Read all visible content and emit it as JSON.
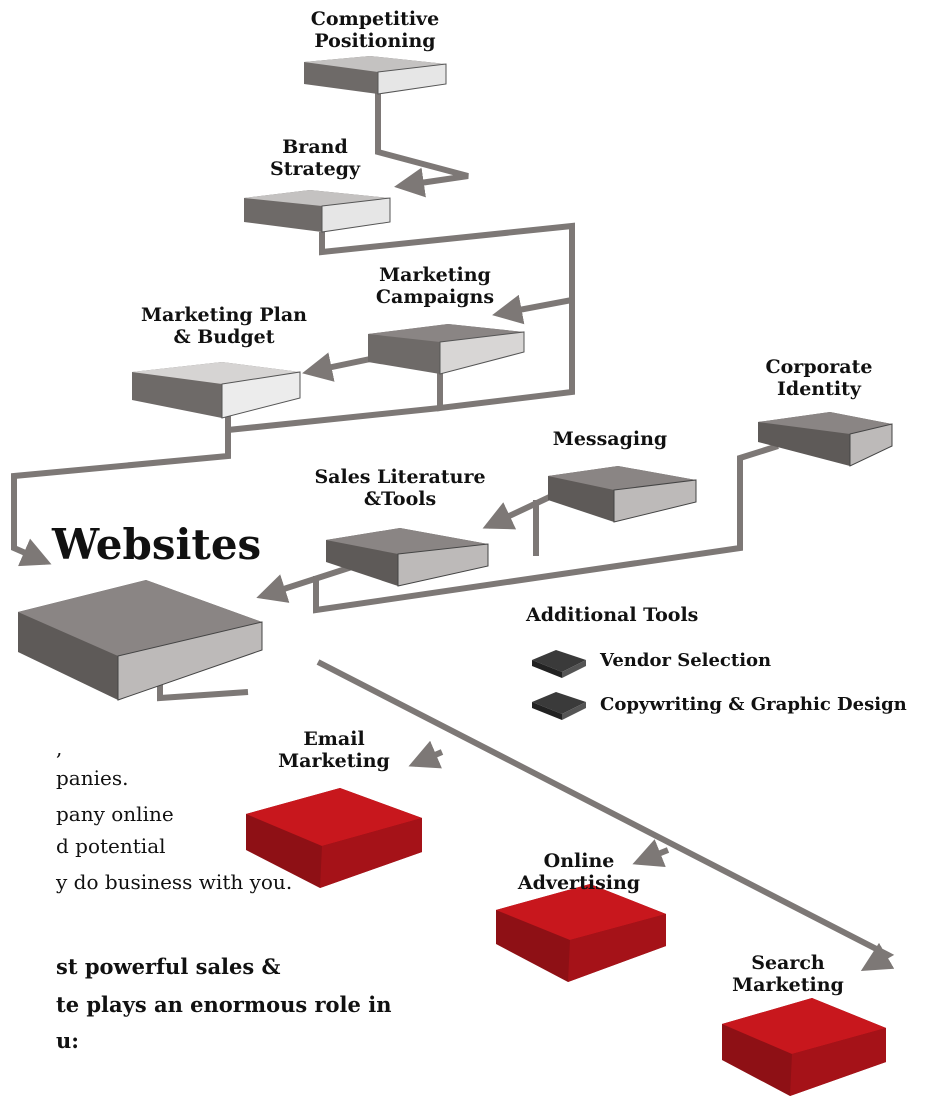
{
  "nodes": {
    "competitive_positioning": [
      "Competitive",
      "Positioning"
    ],
    "brand_strategy": [
      "Brand",
      "Strategy"
    ],
    "marketing_campaigns": [
      "Marketing",
      "Campaigns"
    ],
    "marketing_plan_budget": [
      "Marketing Plan",
      "& Budget"
    ],
    "corporate_identity": [
      "Corporate",
      "Identity"
    ],
    "messaging": [
      "Messaging"
    ],
    "sales_literature_tools": [
      "Sales Literature",
      "&Tools"
    ],
    "websites": "Websites",
    "email_marketing": [
      "Email",
      "Marketing"
    ],
    "online_advertising": [
      "Online",
      "Advertising"
    ],
    "search_marketing": [
      "Search",
      "Marketing"
    ]
  },
  "legend": {
    "title": "Additional Tools",
    "items": [
      "Vendor Selection",
      "Copywriting & Graphic Design"
    ]
  },
  "body_text": {
    "lines": [
      ",",
      "panies.",
      "pany online",
      "d potential",
      "y do business with you."
    ],
    "bold_lines": [
      "st powerful sales &",
      "te plays an enormous role in",
      "u:"
    ]
  },
  "colors": {
    "box_gray_dark": "#6e6a68",
    "box_gray_light": "#e6e6e6",
    "box_red": "#c8171d",
    "connector": "#7d7876"
  }
}
